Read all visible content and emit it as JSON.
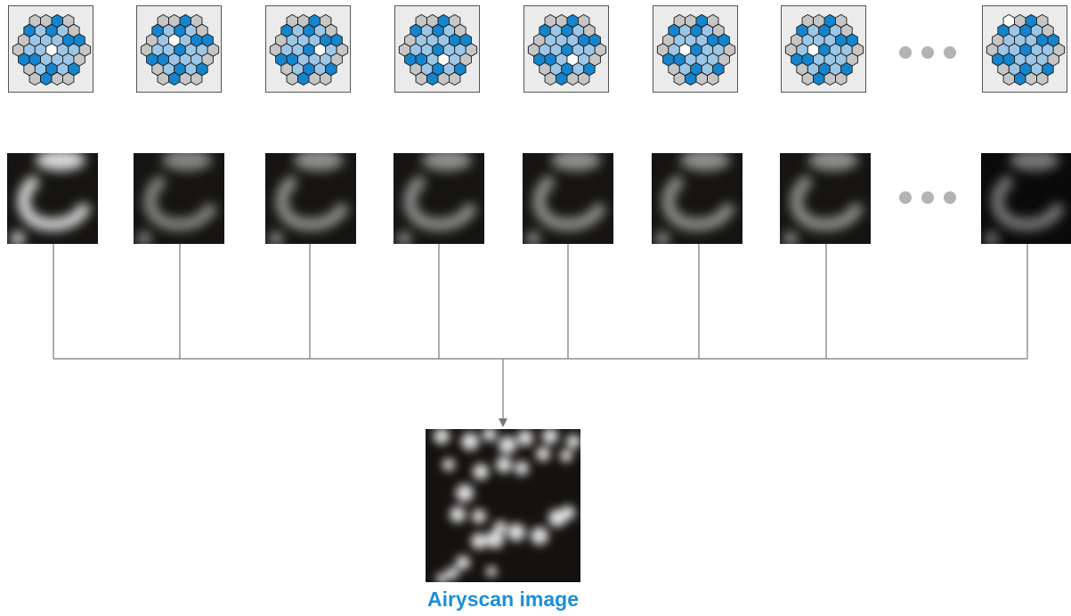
{
  "detector": {
    "colors": {
      "dark": "#1584cc",
      "light": "#9cc6e6",
      "white": "#ffffff",
      "gray": "#c6c6c6",
      "stroke": "#1a1a1a"
    },
    "highlighted": [
      "center",
      "ring1-top",
      "ring1-right",
      "ring1-bottom",
      "ring1-bottom",
      "ring1-left",
      "ring1-upper-left",
      "ring3-top"
    ]
  },
  "ellipsis_color": "#b3b3b3",
  "caption": "Airyscan image",
  "caption_color": "#1a8fd6"
}
